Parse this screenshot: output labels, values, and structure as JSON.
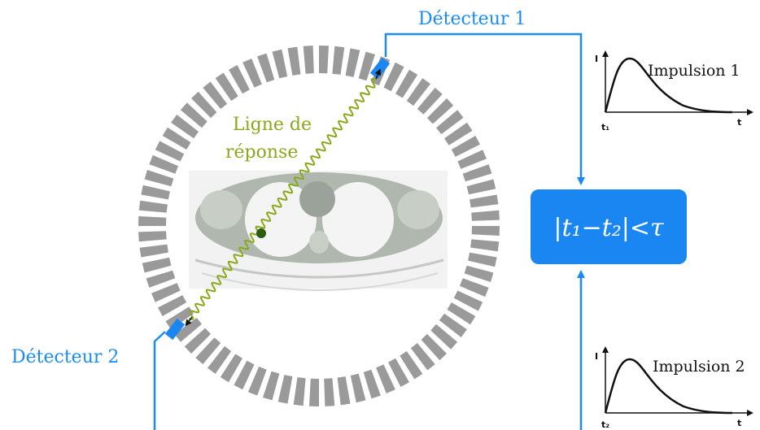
{
  "detectors": {
    "d1_label": "Détecteur 1",
    "d2_label": "Détecteur 2"
  },
  "line_of_response": {
    "line1": "Ligne de",
    "line2": "réponse"
  },
  "pulses": {
    "p1": {
      "label": "Impulsion 1",
      "y_axis": "I",
      "x_axis": "t",
      "origin": "t₁"
    },
    "p2": {
      "label": "Impulsion 2",
      "y_axis": "I",
      "x_axis": "t",
      "origin": "t₂"
    }
  },
  "coincidence": {
    "formula": "|t₁−t₂|<τ"
  },
  "colors": {
    "accent_blue": "#1a8cf0",
    "box_blue": "#1a86f2",
    "lor_green": "#8aa81c",
    "ring_gray": "#9a9a9a",
    "annihilation_point": "#2f5a12"
  }
}
